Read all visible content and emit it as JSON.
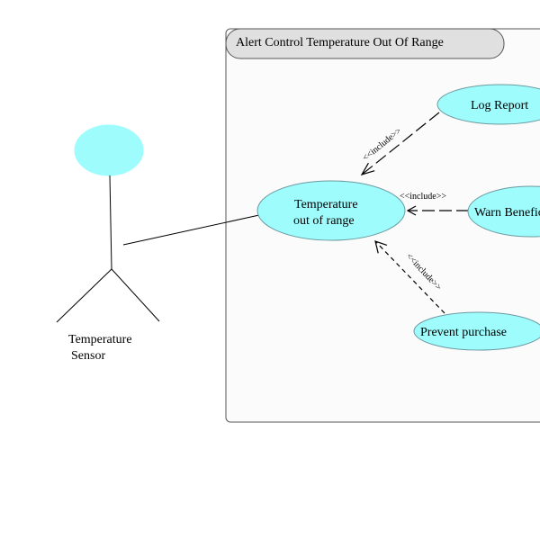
{
  "system": {
    "title": "Alert Control Temperature Out Of Range"
  },
  "actor": {
    "name_line1": "Temperature",
    "name_line2": "Sensor"
  },
  "use_cases": {
    "temperature_out_of_range": {
      "line1": "Temperature",
      "line2": "out of range"
    },
    "log_report": "Log Report",
    "warn_beneficiary": "Warn Benefic",
    "prevent_purchase": "Prevent purchase"
  },
  "relations": {
    "include_log": "<<include>>",
    "include_warn": "<<include>>",
    "include_prevent": "<<include>>"
  },
  "colors": {
    "use_case_fill": "#9ffcfd",
    "use_case_stroke": "#6a9aa0",
    "system_fill": "#fbfbfb",
    "title_tab_fill": "#e0e0e0",
    "line": "#000000"
  }
}
